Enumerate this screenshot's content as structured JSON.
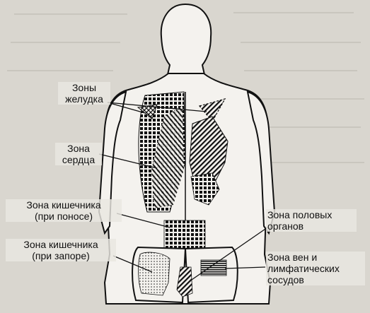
{
  "diagram": {
    "labels": {
      "stomach_zones": {
        "line1": "Зоны",
        "line2": "желудка"
      },
      "heart_zone": {
        "line1": "Зона",
        "line2": "сердца"
      },
      "intestine_diarrhea": {
        "line1": "Зона кишечника",
        "line2": "(при поносе)"
      },
      "intestine_constipation": {
        "line1": "Зона кишечника",
        "line2": "(при запоре)"
      },
      "genital_zone": {
        "line1": "Зона половых",
        "line2": "органов"
      },
      "veins_lymph_zone": {
        "line1": "Зона вен и",
        "line2": "лимфатических",
        "line3": "сосудов"
      }
    }
  },
  "colors": {
    "background": "#d9d6cf",
    "ink": "#111111",
    "skin": "#f4f2ee"
  }
}
